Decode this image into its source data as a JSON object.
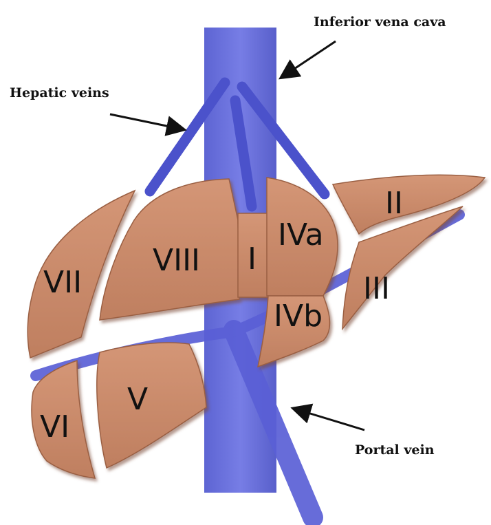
{
  "callouts": {
    "ivc": "Inferior vena cava",
    "hepatic": "Hepatic veins",
    "portal": "Portal vein"
  },
  "segments": {
    "I": "I",
    "II": "II",
    "III": "III",
    "IVa": "IVa",
    "IVb": "IVb",
    "V": "V",
    "VI": "VI",
    "VII": "VII",
    "VIII": "VIII"
  },
  "colors": {
    "segment_fill": "#c8896a",
    "segment_edge": "#8e5438",
    "vessel": "#5a5fd6",
    "vessel_dark": "#3e43b8",
    "ivc": "#5a63d9"
  }
}
